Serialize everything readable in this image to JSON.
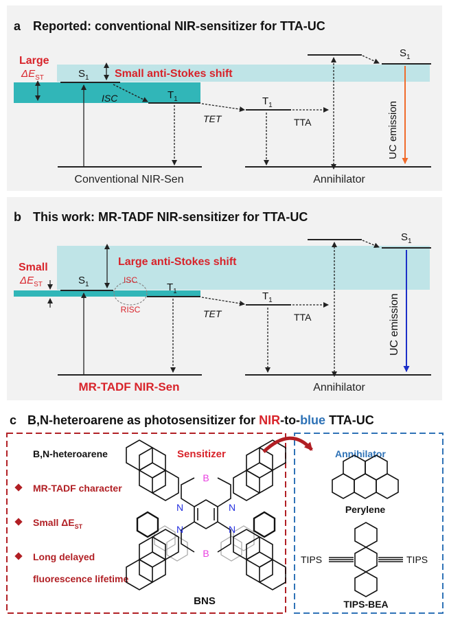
{
  "panel_a": {
    "letter": "a",
    "title": "Reported: conventional NIR-sensitizer for TTA-UC",
    "large_label": "Large",
    "delta_est": "ΔE",
    "st_sub": "ST",
    "s1": "S",
    "t1": "T",
    "sub1": "1",
    "anti_stokes": "Small anti-Stokes shift",
    "isc": "ISC",
    "tet": "TET",
    "tta": "TTA",
    "uc_emission": "UC emission",
    "sensitizer_name": "Conventional NIR-Sen",
    "annihilator_name": "Annihilator"
  },
  "panel_b": {
    "letter": "b",
    "title": "This work: MR-TADF NIR-sensitizer for TTA-UC",
    "small_label": "Small",
    "delta_est": "ΔE",
    "st_sub": "ST",
    "s1": "S",
    "t1": "T",
    "sub1": "1",
    "anti_stokes": "Large anti-Stokes shift",
    "isc": "ISC",
    "risc": "RISC",
    "tet": "TET",
    "tta": "TTA",
    "uc_emission": "UC emission",
    "sensitizer_name": "MR-TADF NIR-Sen",
    "annihilator_name": "Annihilator"
  },
  "panel_c": {
    "letter": "c",
    "title_part1": "B,N-heteroarene as photosensitizer for ",
    "title_nir": "NIR",
    "title_to": "-to-",
    "title_blue": "blue",
    "title_part2": " TTA-UC",
    "left_header": "B,N-heteroarene",
    "sensitizer_label": "Sensitizer",
    "bullets": [
      "MR-TADF character",
      "Small ΔE",
      "Long delayed",
      "fluorescence lifetime"
    ],
    "bullet_st_sub": "ST",
    "bns_label": "BNS",
    "atom_b": "B",
    "atom_n": "N",
    "annihilator_label": "Annihilator",
    "perylene_label": "Perylene",
    "tips": "TIPS",
    "tips_bea_label": "TIPS-BEA"
  },
  "colors": {
    "panel_bg": "#f2f2f2",
    "teal_dark": "#31b6b8",
    "teal_light": "#bfe4e7",
    "red": "#d8232a",
    "dark_red": "#b11f24",
    "blue": "#2e72b6",
    "orange": "#f06a2a",
    "uc_blue": "#1c2fc8",
    "boron_pink": "#e83fe0",
    "nitrogen_blue": "#2530e0"
  }
}
